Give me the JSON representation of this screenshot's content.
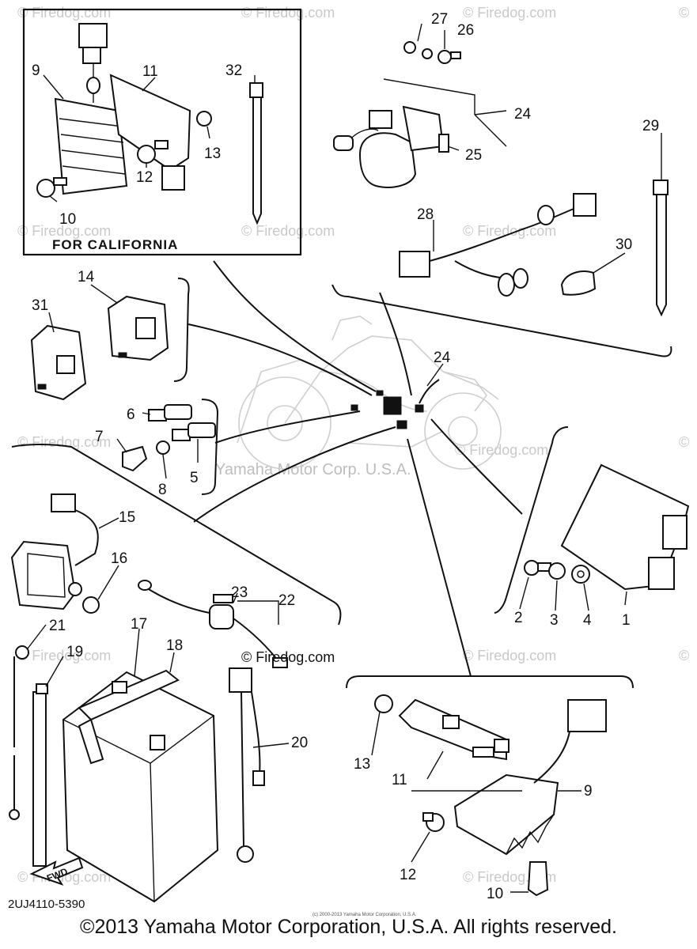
{
  "watermark": "© Firedog.com",
  "center_watermark": "Yamaha Motor Corp. U.S.A.",
  "inset_label": "FOR CALIFORNIA",
  "diagram_code": "2UJ4110-5390",
  "fwd_label": "FWD",
  "tiny_note": "(c) 2000-2013 Yamaha Motor Corporation, U.S.A.",
  "copyright": "©2013 Yamaha Motor Corporation, U.S.A. All rights reserved.",
  "parts": {
    "p1": "1",
    "p2": "2",
    "p3": "3",
    "p4": "4",
    "p5": "5",
    "p6": "6",
    "p7": "7",
    "p8": "8",
    "p9a": "9",
    "p9b": "9",
    "p10a": "10",
    "p10b": "10",
    "p11a": "11",
    "p11b": "11",
    "p12a": "12",
    "p12b": "12",
    "p13a": "13",
    "p13b": "13",
    "p14": "14",
    "p15": "15",
    "p16": "16",
    "p17": "17",
    "p18": "18",
    "p19": "19",
    "p20": "20",
    "p21": "21",
    "p22": "22",
    "p23": "23",
    "p24a": "24",
    "p24b": "24",
    "p25": "25",
    "p26": "26",
    "p27": "27",
    "p28": "28",
    "p29": "29",
    "p30": "30",
    "p31": "31",
    "p32": "32"
  }
}
